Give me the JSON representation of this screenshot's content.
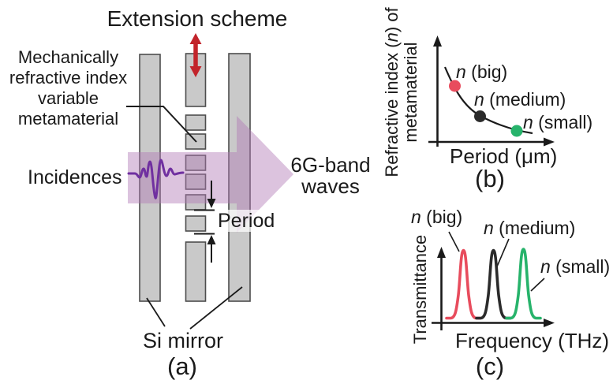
{
  "figure": {
    "description_colors": {
      "text": "#1a1a1a",
      "bar_fill": "#c9c9c9",
      "bar_stroke": "#4d4d4d",
      "extension_arrow_red": "#c2242b",
      "wave_arrow_purple": "#b17ab6",
      "incidence_pulse_purple": "#7030a0",
      "n_big_red": "#e84c5d",
      "n_medium_dark": "#2b2b2b",
      "n_small_green": "#27b36b"
    }
  },
  "panel_a": {
    "title": "Extension scheme",
    "metamaterial_label_lines": [
      "Mechanically",
      "refractive index",
      "variable",
      "metamaterial"
    ],
    "incidences": "Incidences",
    "waves_lines": [
      "6G-band",
      "waves"
    ],
    "period": "Period",
    "si_mirror": "Si mirror",
    "caption": "(a)"
  },
  "panel_b": {
    "y_label": {
      "pre": "Refractive index (",
      "n": "n",
      "post": ") of",
      "line2": "metamaterial"
    },
    "x_label": "Period (μm)",
    "caption": "(b)",
    "points": [
      {
        "n": "n",
        "suffix": " (big)",
        "color": "#e84c5d"
      },
      {
        "n": "n",
        "suffix": " (medium)",
        "color": "#2b2b2b"
      },
      {
        "n": "n",
        "suffix": " (small)",
        "color": "#27b36b"
      }
    ]
  },
  "panel_c": {
    "y_label": "Transmittance",
    "x_label": "Frequency (THz)",
    "caption": "(c)",
    "peaks": [
      {
        "n": "n",
        "suffix": " (big)",
        "color": "#e84c5d"
      },
      {
        "n": "n",
        "suffix": " (medium)",
        "color": "#2b2b2b"
      },
      {
        "n": "n",
        "suffix": " (small)",
        "color": "#27b36b"
      }
    ]
  },
  "chart_data": [
    {
      "type": "line",
      "panel": "(b)",
      "title": "",
      "xlabel": "Period (μm)",
      "ylabel": "Refractive index (n) of metamaterial",
      "grid": false,
      "legend_position": "none",
      "axes_quantified": false,
      "series": [
        {
          "name": "refractive index vs period (decaying curve)",
          "x_rel": [
            0.07,
            0.15,
            0.37,
            0.7,
            0.84
          ],
          "y_rel": [
            0.71,
            0.53,
            0.25,
            0.11,
            0.08
          ]
        }
      ],
      "marked_points": [
        {
          "label": "n (big)",
          "x_rel": 0.15,
          "y_rel": 0.53,
          "color": "#e84c5d"
        },
        {
          "label": "n (medium)",
          "x_rel": 0.37,
          "y_rel": 0.25,
          "color": "#2b2b2b"
        },
        {
          "label": "n (small)",
          "x_rel": 0.7,
          "y_rel": 0.11,
          "color": "#27b36b"
        }
      ]
    },
    {
      "type": "line",
      "panel": "(c)",
      "title": "",
      "xlabel": "Frequency (THz)",
      "ylabel": "Transmittance",
      "grid": false,
      "legend_position": "none",
      "axes_quantified": false,
      "series": [
        {
          "name": "n (big)",
          "peak_center_rel": 0.28,
          "peak_height_rel": 0.95,
          "color": "#e84c5d"
        },
        {
          "name": "n (medium)",
          "peak_center_rel": 0.54,
          "peak_height_rel": 0.95,
          "color": "#2b2b2b"
        },
        {
          "name": "n (small)",
          "peak_center_rel": 0.8,
          "peak_height_rel": 0.96,
          "color": "#27b36b"
        }
      ]
    }
  ]
}
